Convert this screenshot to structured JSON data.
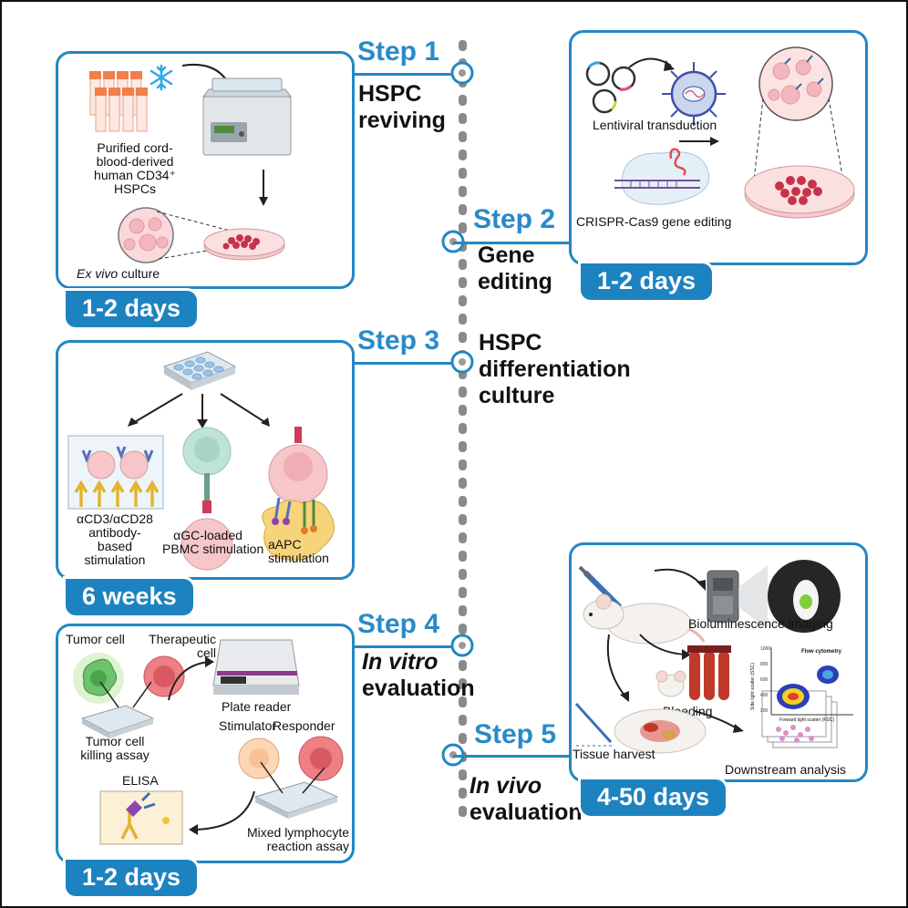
{
  "colors": {
    "accent": "#2487c2",
    "badge": "#1d83c0",
    "timeline_dots": "#8a8a8a"
  },
  "step1": {
    "step": "Step 1",
    "title": "HSPC\nreviving",
    "cells_label": "Purified cord-\nblood-derived\nhuman CD34⁺\nHSPCs",
    "culture_label_italic": "Ex vivo",
    "culture_label_rest": " culture",
    "duration": "1-2 days",
    "icons": [
      "vial-rack-icon",
      "snowflake-icon",
      "water-bath-icon",
      "petri-dish-icon"
    ]
  },
  "step2": {
    "step": "Step 2",
    "title": "Gene\nediting",
    "lenti_label": "Lentiviral transduction",
    "crispr_label": "CRISPR-Cas9 gene editing",
    "duration": "1-2 days",
    "icons": [
      "plasmid-icon",
      "virus-icon",
      "cas9-icon",
      "petri-dish-icon"
    ]
  },
  "step3": {
    "step": "Step 3",
    "title": "HSPC\ndifferentiation\nculture",
    "stim1": "αCD3/αCD28\nantibody-\nbased\nstimulation",
    "stim2": "αGC-loaded\nPBMC stimulation",
    "stim3": "aAPC\nstimulation",
    "duration": "6 weeks",
    "icons": [
      "well-plate-icon",
      "antibody-icon",
      "cell-icon"
    ]
  },
  "step4": {
    "step": "Step 4",
    "title_italic": "In vitro",
    "title_rest": "evaluation",
    "tumor_cell": "Tumor cell",
    "therapeutic_cell": "Therapeutic\ncell",
    "plate_reader": "Plate reader",
    "killing_assay": "Tumor cell\nkilling assay",
    "stimulator": "Stimulator",
    "responder": "Responder",
    "elisa": "ELISA",
    "mlr": "Mixed lymphocyte\nreaction assay",
    "duration": "1-2 days",
    "icons": [
      "plate-reader-icon",
      "well-plate-icon",
      "elisa-icon"
    ]
  },
  "step5": {
    "step": "Step 5",
    "title_italic": "In vivo",
    "title_rest": "evaluation",
    "imaging": "Bioluminescence imaging",
    "bleeding": "Bleeding",
    "tissue": "Tissue harvest",
    "downstream": "Downstream analysis",
    "flow_title": "Flow cytometry",
    "flow_xlabel": "Forward light scatter (FSC)",
    "flow_ylabel": "Side light scatter (SSC)",
    "flow_ticks": [
      "1000",
      "800",
      "600",
      "400",
      "200"
    ],
    "duration": "4-50 days",
    "icons": [
      "mouse-icon",
      "syringe-icon",
      "imager-icon",
      "blood-tube-icon"
    ]
  }
}
